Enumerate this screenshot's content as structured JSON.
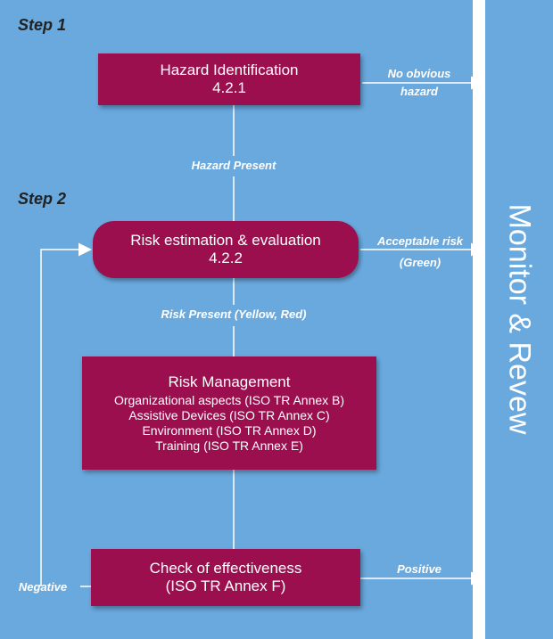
{
  "steps": {
    "step1": "Step 1",
    "step2": "Step 2"
  },
  "boxes": {
    "hazard": {
      "title": "Hazard Identification",
      "ref": "4.2.1"
    },
    "risk": {
      "title": "Risk estimation & evaluation",
      "ref": "4.2.2"
    },
    "management": {
      "title": "Risk Management",
      "lines": [
        "Organizational aspects (ISO TR Annex B)",
        "Assistive Devices (ISO TR Annex C)",
        "Environment (ISO TR Annex D)",
        "Training (ISO TR Annex E)"
      ]
    },
    "check": {
      "title": "Check of effectiveness",
      "ref": "(ISO TR Annex F)"
    }
  },
  "labels": {
    "no_obvious_1": "No obvious",
    "no_obvious_2": "hazard",
    "hazard_present": "Hazard Present",
    "acceptable_1": "Acceptable risk",
    "acceptable_2": "(Green)",
    "risk_present": "Risk Present (Yellow, Red)",
    "positive": "Positive",
    "negative": "Negative"
  },
  "side_panel": {
    "title": "Monitor & Revew"
  },
  "colors": {
    "background": "#6aa9de",
    "box": "#9b0f4f",
    "line": "#ffffff"
  }
}
